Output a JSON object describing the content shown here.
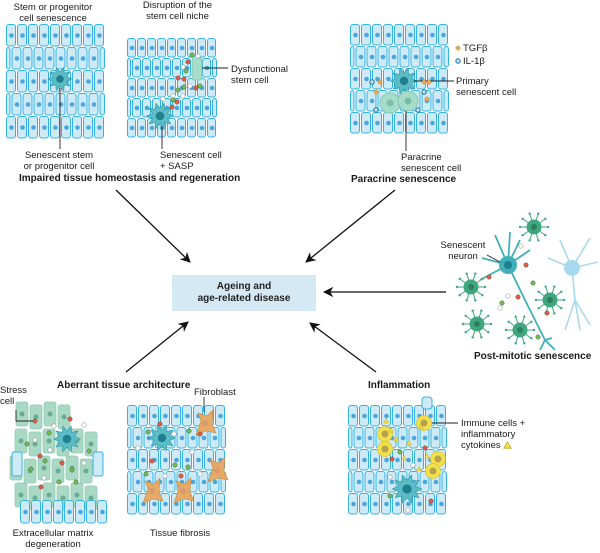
{
  "center": {
    "line1": "Ageing and",
    "line2": "age-related disease"
  },
  "panels": {
    "impaired": {
      "title": "Impaired tissue homeostasis and regeneration",
      "sub_a_title_1": "Stem or progenitor",
      "sub_a_title_2": "cell senescence",
      "sub_a_label_1": "Senescent stem",
      "sub_a_label_2": "or progenitor cell",
      "sub_b_title_1": "Disruption of the",
      "sub_b_title_2": "stem cell niche",
      "sub_b_label_dys_1": "Dysfunctional",
      "sub_b_label_dys_2": "stem cell",
      "sub_b_label_sen_1": "Senescent cell",
      "sub_b_label_sen_2": "+ SASP"
    },
    "paracrine": {
      "title": "Paracrine senescence",
      "legend": [
        {
          "name": "TGFβ",
          "icon": "diamond-marker",
          "color": "#f0a84a"
        },
        {
          "name": "IL-1β",
          "icon": "ring-marker",
          "color": "#1b6f9a"
        }
      ],
      "label_primary_1": "Primary",
      "label_primary_2": "senescent cell",
      "label_paracrine_1": "Paracrine",
      "label_paracrine_2": "senescent cell"
    },
    "postmitotic": {
      "title": "Post-mitotic senescence",
      "label_neuron_1": "Senescent",
      "label_neuron_2": "neuron"
    },
    "aberrant": {
      "title": "Aberrant tissue architecture",
      "label_stress_1": "Stress",
      "label_stress_2": "cell",
      "label_fibroblast": "Fibroblast",
      "sub_a_caption_1": "Extracellular matrix",
      "sub_a_caption_2": "degeneration",
      "sub_b_caption": "Tissue fibrosis"
    },
    "inflammation": {
      "title": "Inflammation",
      "label_immune_1": "Immune cells +",
      "label_immune_2": "inflammatory",
      "label_immune_3": "cytokines"
    }
  },
  "colors": {
    "tissue_cell_fill": "#cfeaf7",
    "tissue_cell_stroke": "#33b4e0",
    "tissue_nucleus": "#4aa6dc",
    "senescent_cell": "#5bbcc6",
    "stress_cell": "#a9d8c4",
    "fibroblast": "#e7a968",
    "immune_cell": "#f3e04d",
    "neuron_senescent": "#3fb0b8",
    "neuron_healthy": "#a8d9ee",
    "glia": "#3fa67e",
    "sasp_red": "#e8573f",
    "sasp_green": "#6cc04a",
    "sasp_white": "#ffffff",
    "center_box": "#d4e9f4"
  }
}
